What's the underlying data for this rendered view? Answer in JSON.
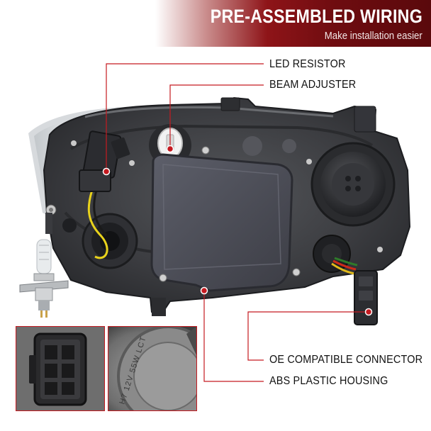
{
  "banner": {
    "title": "PRE-ASSEMBLED WIRING",
    "subtitle": "Make installation easier"
  },
  "callouts": {
    "led_resistor": "LED RESISTOR",
    "beam_adjuster": "BEAM ADJUSTER",
    "oe_connector": "OE COMPATIBLE CONNECTOR",
    "abs_housing": "ABS PLASTIC HOUSING"
  },
  "bulb_stamp": "H7 12V 55W LCT",
  "colors": {
    "accent_red": "#c51a20",
    "banner_dark": "#5a090c",
    "housing": "#3a3b3e",
    "wire_yellow": "#e8d21c"
  }
}
